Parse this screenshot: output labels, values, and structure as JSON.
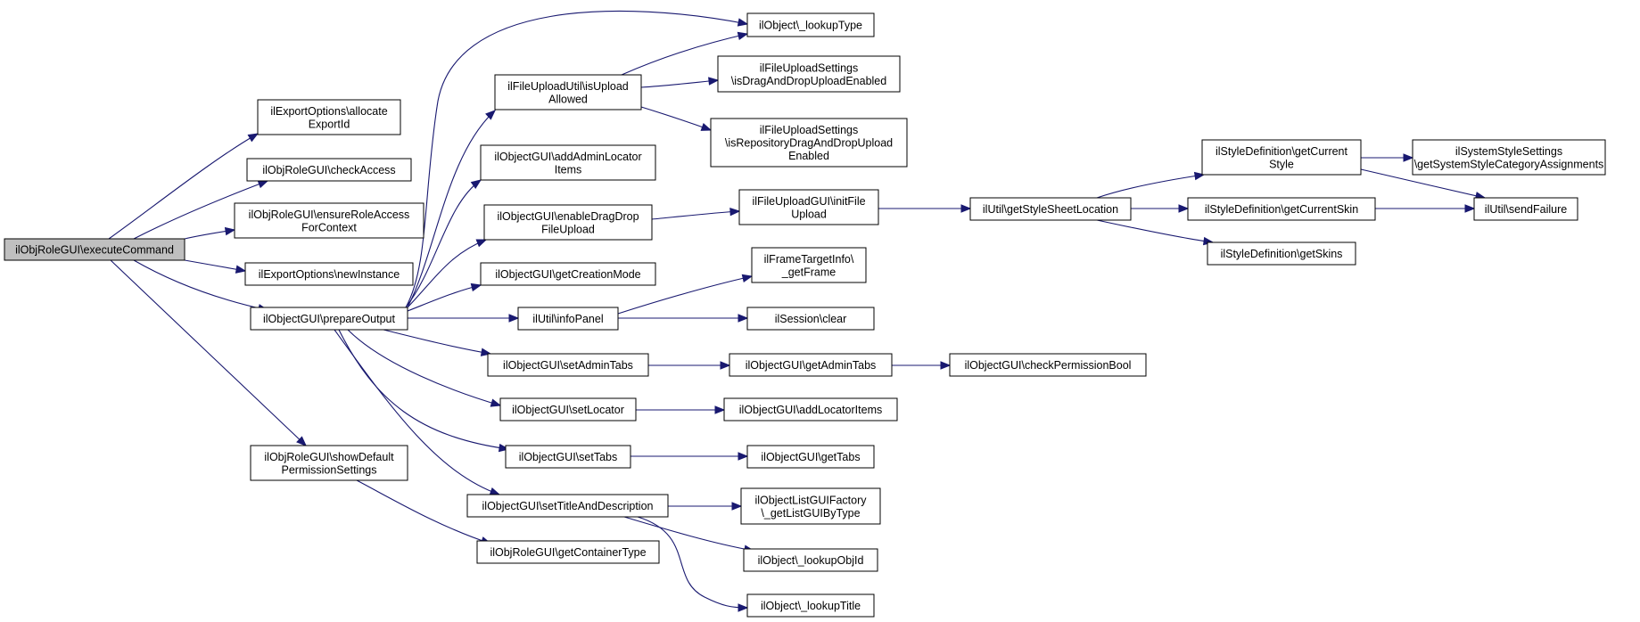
{
  "graph": {
    "edge_color": "#191970",
    "root_fill": "#bfbfbf",
    "nodes": [
      {
        "id": "n1",
        "name": "node-execute-command",
        "lines": [
          "ilObjRoleGUI\\executeCommand"
        ],
        "root": true
      },
      {
        "id": "n2",
        "name": "node-allocate-export-id",
        "lines": [
          "ilExportOptions\\allocate",
          "ExportId"
        ]
      },
      {
        "id": "n3",
        "name": "node-check-access",
        "lines": [
          "ilObjRoleGUI\\checkAccess"
        ]
      },
      {
        "id": "n4",
        "name": "node-ensure-role-access",
        "lines": [
          "ilObjRoleGUI\\ensureRoleAccess",
          "ForContext"
        ]
      },
      {
        "id": "n5",
        "name": "node-new-instance",
        "lines": [
          "ilExportOptions\\newInstance"
        ]
      },
      {
        "id": "n6",
        "name": "node-prepare-output",
        "lines": [
          "ilObjectGUI\\prepareOutput"
        ]
      },
      {
        "id": "n7",
        "name": "node-show-default-permission-settings",
        "lines": [
          "ilObjRoleGUI\\showDefault",
          "PermissionSettings"
        ]
      },
      {
        "id": "n8",
        "name": "node-is-upload-allowed",
        "lines": [
          "ilFileUploadUtil\\isUpload",
          "Allowed"
        ]
      },
      {
        "id": "n9",
        "name": "node-add-admin-locator-items",
        "lines": [
          "ilObjectGUI\\addAdminLocator",
          "Items"
        ]
      },
      {
        "id": "n10",
        "name": "node-enable-drag-drop-file-upload",
        "lines": [
          "ilObjectGUI\\enableDragDrop",
          "FileUpload"
        ]
      },
      {
        "id": "n11",
        "name": "node-get-creation-mode",
        "lines": [
          "ilObjectGUI\\getCreationMode"
        ]
      },
      {
        "id": "n12",
        "name": "node-info-panel",
        "lines": [
          "ilUtil\\infoPanel"
        ]
      },
      {
        "id": "n13",
        "name": "node-set-admin-tabs",
        "lines": [
          "ilObjectGUI\\setAdminTabs"
        ]
      },
      {
        "id": "n14",
        "name": "node-set-locator",
        "lines": [
          "ilObjectGUI\\setLocator"
        ]
      },
      {
        "id": "n15",
        "name": "node-set-tabs",
        "lines": [
          "ilObjectGUI\\setTabs"
        ]
      },
      {
        "id": "n16",
        "name": "node-set-title-and-description",
        "lines": [
          "ilObjectGUI\\setTitleAndDescription"
        ]
      },
      {
        "id": "n17",
        "name": "node-get-container-type",
        "lines": [
          "ilObjRoleGUI\\getContainerType"
        ]
      },
      {
        "id": "n18",
        "name": "node-lookup-type",
        "lines": [
          "ilObject\\_lookupType"
        ]
      },
      {
        "id": "n19",
        "name": "node-is-drag-and-drop-upload-enabled",
        "lines": [
          "ilFileUploadSettings",
          "\\isDragAndDropUploadEnabled"
        ]
      },
      {
        "id": "n20",
        "name": "node-is-repository-drag-and-drop-upload-enabled",
        "lines": [
          "ilFileUploadSettings",
          "\\isRepositoryDragAndDropUpload",
          "Enabled"
        ]
      },
      {
        "id": "n21",
        "name": "node-init-file-upload",
        "lines": [
          "ilFileUploadGUI\\initFile",
          "Upload"
        ]
      },
      {
        "id": "n22",
        "name": "node-get-frame",
        "lines": [
          "ilFrameTargetInfo\\",
          "_getFrame"
        ]
      },
      {
        "id": "n23",
        "name": "node-session-clear",
        "lines": [
          "ilSession\\clear"
        ]
      },
      {
        "id": "n24",
        "name": "node-get-admin-tabs",
        "lines": [
          "ilObjectGUI\\getAdminTabs"
        ]
      },
      {
        "id": "n25",
        "name": "node-add-locator-items",
        "lines": [
          "ilObjectGUI\\addLocatorItems"
        ]
      },
      {
        "id": "n26",
        "name": "node-get-tabs",
        "lines": [
          "ilObjectGUI\\getTabs"
        ]
      },
      {
        "id": "n27",
        "name": "node-get-list-gui-by-type",
        "lines": [
          "ilObjectListGUIFactory",
          "\\_getListGUIByType"
        ]
      },
      {
        "id": "n28",
        "name": "node-lookup-obj-id",
        "lines": [
          "ilObject\\_lookupObjId"
        ]
      },
      {
        "id": "n29",
        "name": "node-lookup-title",
        "lines": [
          "ilObject\\_lookupTitle"
        ]
      },
      {
        "id": "n30",
        "name": "node-get-style-sheet-location",
        "lines": [
          "ilUtil\\getStyleSheetLocation"
        ]
      },
      {
        "id": "n31",
        "name": "node-check-permission-bool",
        "lines": [
          "ilObjectGUI\\checkPermissionBool"
        ]
      },
      {
        "id": "n32",
        "name": "node-get-current-style",
        "lines": [
          "ilStyleDefinition\\getCurrent",
          "Style"
        ]
      },
      {
        "id": "n33",
        "name": "node-get-current-skin",
        "lines": [
          "ilStyleDefinition\\getCurrentSkin"
        ]
      },
      {
        "id": "n34",
        "name": "node-get-skins",
        "lines": [
          "ilStyleDefinition\\getSkins"
        ]
      },
      {
        "id": "n35",
        "name": "node-get-system-style-category-assignments",
        "lines": [
          "ilSystemStyleSettings",
          "\\getSystemStyleCategoryAssignments"
        ]
      },
      {
        "id": "n36",
        "name": "node-send-failure",
        "lines": [
          "ilUtil\\sendFailure"
        ]
      }
    ]
  }
}
